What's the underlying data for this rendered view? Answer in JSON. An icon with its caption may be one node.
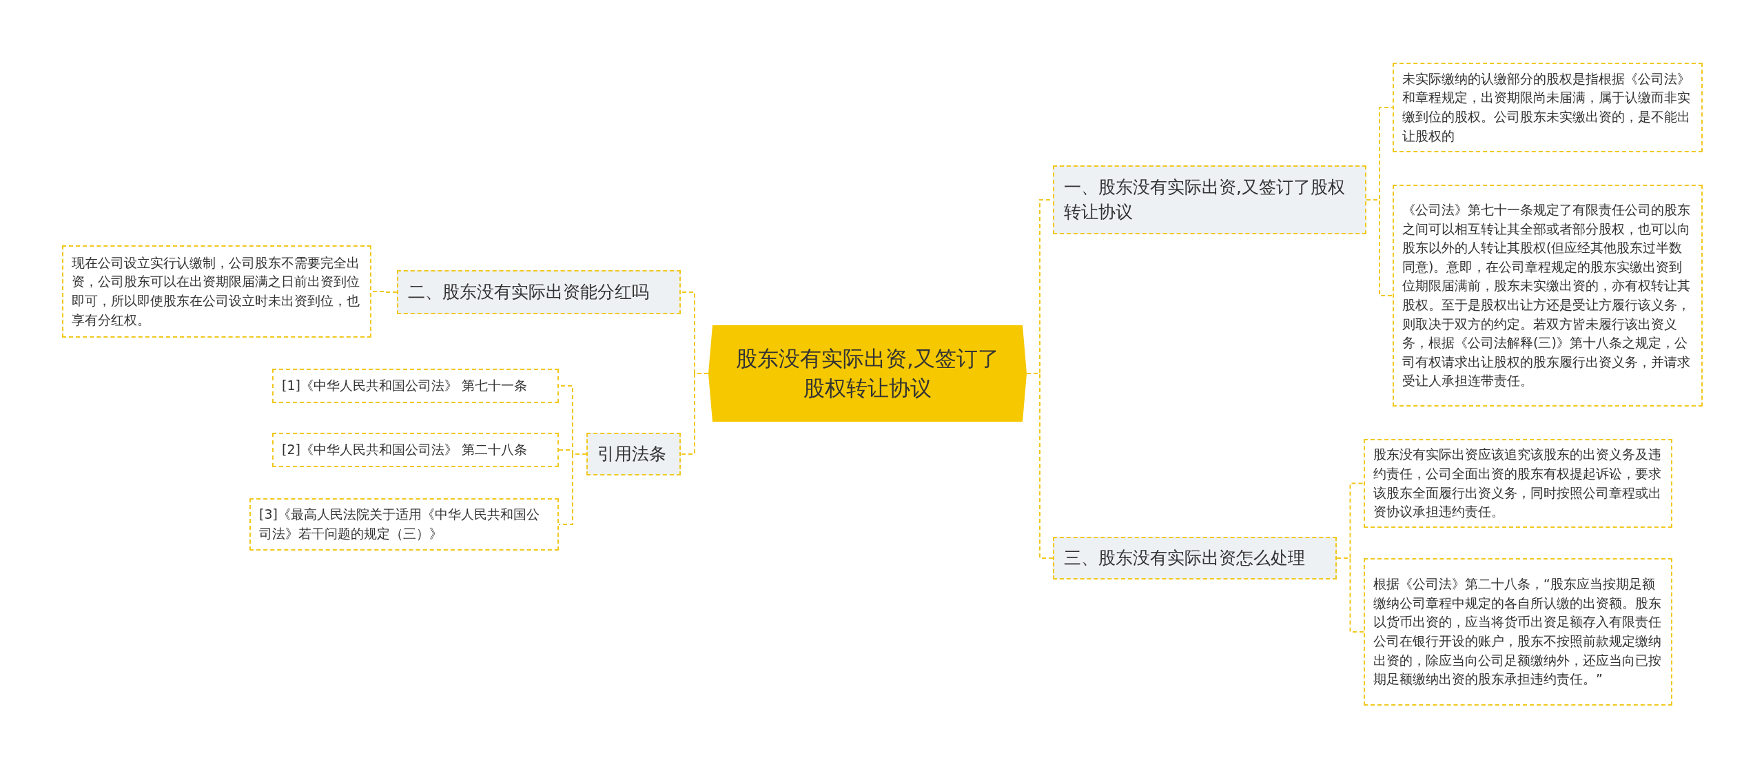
{
  "diagram": {
    "nodes": [
      {
        "text": [
          "股东没有实际出资,又签订了股权转让协议"
        ]
      },
      {
        "text": [
          "一、股东没有实际出资,又签订了股权转让协议"
        ]
      },
      {
        "text": [
          "未实际缴纳的认缴部分的股权是指根据《公司法》和章程规定，出资期限尚未届满，属于认缴而非实缴到位的股权。公司股东未实缴出资的，是不能出让股权的"
        ]
      },
      {
        "text": [
          "《公司法》第七十一条规定了有限责任公司的股东之间可以相互转让其全部或者部分股权，也可以向股东以外的人转让其股权(但应经其他股东过半数同意)。意即，在公司章程规定的股东实缴出资到位期限届满前，股东未实缴出资的，亦有权转让其股权。至于是股权出让方还是受让方履行该义务，则取决于双方的约定。若双方皆未履行该出资义务，根据《公司法解释(三)》第十八条之规定，公司有权请求出让股权的股东履行出资义务，并请求受让人承担连带责任。"
        ]
      },
      {
        "text": [
          "二、股东没有实际出资能分红吗"
        ]
      },
      {
        "text": [
          "现在公司设立实行认缴制，公司股东不需要完全出资，公司股东可以在出资期限届满之日前出资到位即可，所以即使股东在公司设立时未出资到位，也享有分红权。"
        ]
      },
      {
        "text": [
          "三、股东没有实际出资怎么处理"
        ]
      },
      {
        "text": [
          "股东没有实际出资应该追究该股东的出资义务及违约责任，公司全面出资的股东有权提起诉讼，要求该股东全面履行出资义务，同时按照公司章程或出资协议承担违约责任。"
        ]
      },
      {
        "text": [
          "根据《公司法》第二十八条，“股东应当按期足额缴纳公司章程中规定的各自所认缴的出资额。股东以货币出资的，应当将货币出资足额存入有限责任公司在银行开设的账户，股东不按照前款规定缴纳出资的，除应当向公司足额缴纳外，还应当向已按期足额缴纳出资的股东承担违约责任。”"
        ]
      },
      {
        "text": [
          "引用法条"
        ]
      },
      {
        "text": [
          "[1]《中华人民共和国公司法》 第七十一条"
        ]
      },
      {
        "text": [
          "[2]《中华人民共和国公司法》 第二十八条"
        ]
      },
      {
        "text": [
          "[3]《最高人民法院关于适用《中华人民共和国公司法》若干问题的规定（三）》"
        ]
      }
    ],
    "edges": [
      {
        "from": 0,
        "to": 1,
        "arrow": "none"
      },
      {
        "from": 1,
        "to": 2,
        "arrow": "none"
      },
      {
        "from": 1,
        "to": 3,
        "arrow": "none"
      },
      {
        "from": 0,
        "to": 4,
        "arrow": "none"
      },
      {
        "from": 4,
        "to": 5,
        "arrow": "none"
      },
      {
        "from": 0,
        "to": 6,
        "arrow": "none"
      },
      {
        "from": 6,
        "to": 7,
        "arrow": "none"
      },
      {
        "from": 6,
        "to": 8,
        "arrow": "none"
      },
      {
        "from": 0,
        "to": 9,
        "arrow": "none"
      },
      {
        "from": 9,
        "to": 10,
        "arrow": "none"
      },
      {
        "from": 9,
        "to": 11,
        "arrow": "none"
      },
      {
        "from": 9,
        "to": 12,
        "arrow": "none"
      }
    ]
  }
}
